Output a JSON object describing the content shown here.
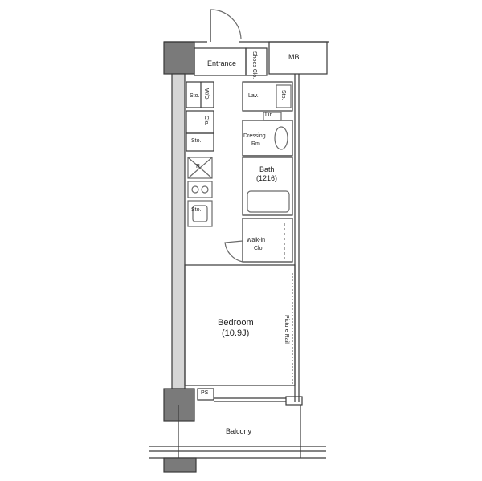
{
  "rooms": {
    "entrance": "Entrance",
    "shoes_clo": "Shoes Clo.",
    "mb": "MB",
    "sto_wd": "Sto.",
    "wd": "W/D",
    "lav": "Lav.",
    "sto_lav": "Sto.",
    "clo": "Clo.",
    "sto_kitchen_top": "Sto.",
    "lin": "Lin.",
    "dressing_rm_line1": "Dressing",
    "dressing_rm_line2": "Rm.",
    "r": "R",
    "bath": "Bath",
    "bath_size": "(1216)",
    "sto_kitchen": "Sto.",
    "walkin_line1": "Walk-in",
    "walkin_line2": "Clo.",
    "bedroom": "Bedroom",
    "bedroom_size": "(10.9J)",
    "picture_rail": "Picture Rail",
    "ps": "PS",
    "balcony": "Balcony"
  },
  "colors": {
    "wall_fill": "#7a7a7a",
    "wall_line": "#3a3a3a",
    "fixture_line": "#6a6a6a",
    "light_fill": "#d6d6d6"
  }
}
